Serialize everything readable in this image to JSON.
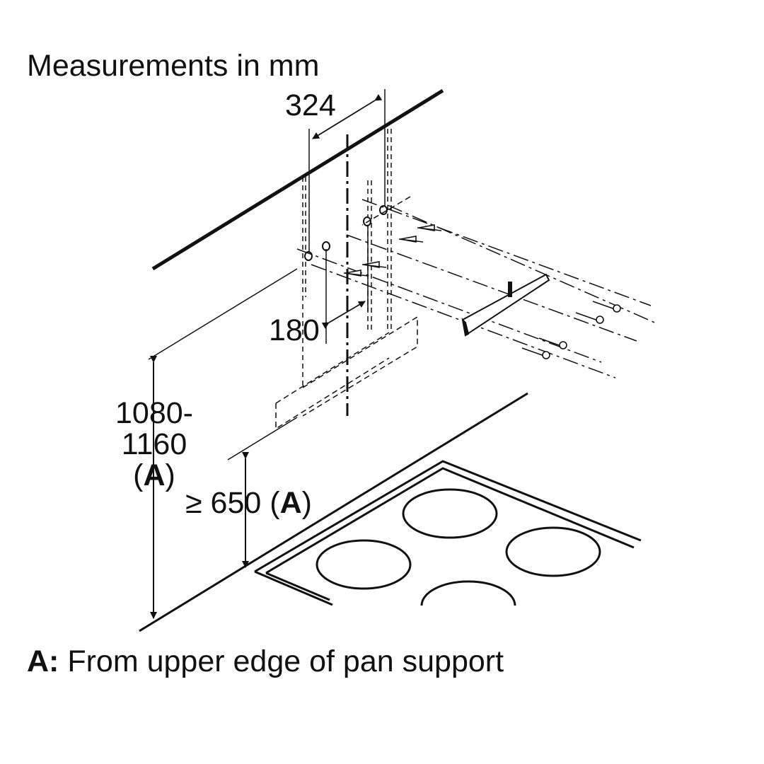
{
  "title": "Measurements in mm",
  "dimensions": {
    "width_between_outer_holes": "324",
    "offset_between_holes": "180",
    "height_range_top": "1080-",
    "height_range_bottom": "1160",
    "ref_open": "(",
    "ref_letter": "A",
    "ref_close": ")",
    "min_prefix": "≥ 650 (",
    "min_letter": "A",
    "min_suffix": ")"
  },
  "footnote": {
    "key": "A:",
    "text": " From upper edge of pan support"
  },
  "colors": {
    "line": "#111111",
    "background": "#ffffff"
  }
}
